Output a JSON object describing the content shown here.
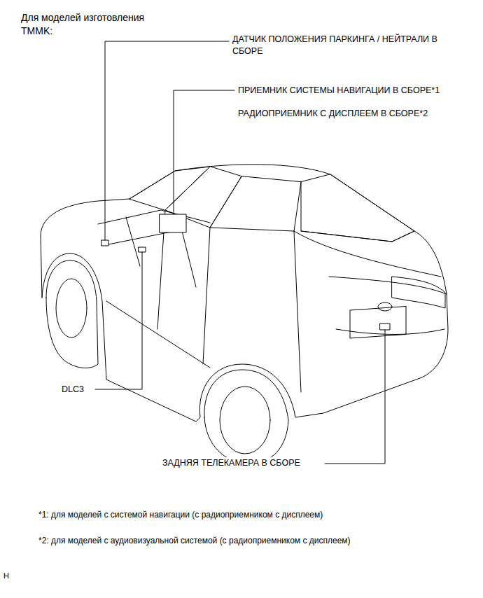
{
  "diagram": {
    "title": "Для моделей изготовления TMMK:",
    "labels": [
      "ДАТЧИК ПОЛОЖЕНИЯ ПАРКИНГА / НЕЙТРАЛИ В СБОРЕ",
      "ПРИЕМНИК СИСТЕМЫ НАВИГАЦИИ В СБОРЕ*1",
      "РАДИОПРИЕМНИК С ДИСПЛЕЕМ В СБОРЕ*2",
      "DLC3",
      "ЗАДНЯЯ ТЕЛЕКАМЕРА В СБОРЕ",
      "*1: для моделей с системой навигации (с радиоприемником с дисплеем)",
      "*2: для моделей с аудиовизуальной системой (с радиоприемником с дисплеем)",
      "H"
    ]
  }
}
